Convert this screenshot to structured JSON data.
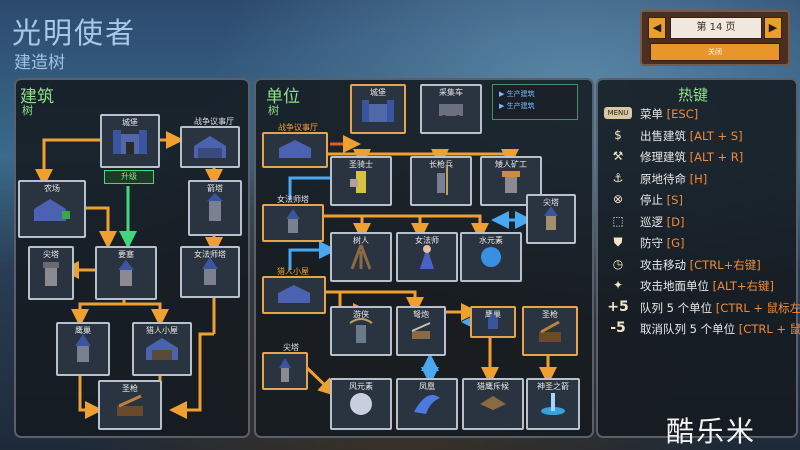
{
  "header": {
    "title": "光明使者",
    "subtitle": "建造树"
  },
  "pager": {
    "prev": "◀",
    "next": "▶",
    "page": "第 14 页",
    "close": "关闭"
  },
  "panels": {
    "buildings": {
      "title": "建筑",
      "subtitle": "树"
    },
    "units": {
      "title": "单位",
      "subtitle": "树"
    }
  },
  "legend": {
    "item1": "▶ 生产建筑",
    "item2": "▶ 生产建筑"
  },
  "nodes": {
    "castle": "城堡",
    "war_council": "战争议事厅",
    "farm": "农场",
    "upgrade": "升级",
    "sentry_tower": "箭塔",
    "arrow_tower": "尖塔",
    "fortress": "要塞",
    "sorceress_tower": "女法师塔",
    "aviary": "鹰巢",
    "hunter_hut": "猎人小屋",
    "shrine": "圣枪",
    "u_castle": "城堡",
    "u_collector": "采集车",
    "u_war_council": "战争议事厅",
    "u_paladin": "圣骑士",
    "u_pikeman": "长枪兵",
    "u_engineer": "矮人矿工",
    "u_sorc_tower": "女法师塔",
    "u_arrow": "尖塔",
    "u_treant": "树人",
    "u_sorceress": "女法师",
    "u_water": "水元素",
    "u_hunter_hut": "猎人小屋",
    "u_ranger": "游侠",
    "u_ballista": "弩炮",
    "u_aviary": "鹰巢",
    "u_shrine": "圣枪",
    "u_spire": "尖塔",
    "u_wind": "风元素",
    "u_phoenix": "凤凰",
    "u_hawk": "猎鹰斥候",
    "u_god": "神圣之箭"
  },
  "hotkeys": {
    "title": "热键",
    "rows": [
      {
        "icon": "MENU",
        "label": "菜单",
        "key": "[ESC]"
      },
      {
        "icon": "$",
        "label": "出售建筑",
        "key": "[ALT + S]"
      },
      {
        "icon": "⚒",
        "label": "修理建筑",
        "key": "[ALT + R]"
      },
      {
        "icon": "⚓",
        "label": "原地待命",
        "key": "[H]"
      },
      {
        "icon": "⊗",
        "label": "停止",
        "key": "[S]"
      },
      {
        "icon": "⬚",
        "label": "巡逻",
        "key": "[D]"
      },
      {
        "icon": "⛊",
        "label": "防守",
        "key": "[G]"
      },
      {
        "icon": "◷",
        "label": "攻击移动",
        "key": "[CTRL+右键]"
      },
      {
        "icon": "✦",
        "label": "攻击地面单位",
        "key": "[ALT+右键]"
      },
      {
        "icon": "+5",
        "label": "队列 5 个单位",
        "key": "[CTRL + 鼠标左"
      },
      {
        "icon": "-5",
        "label": "取消队列 5 个单位",
        "key": "[CTRL + 鼠"
      }
    ]
  },
  "watermark": "酷乐米",
  "colors": {
    "connector_orange": "#f0a030",
    "connector_blue": "#4aa8f0",
    "connector_green": "#40d87a",
    "title_green": "#8fe08b",
    "key_orange": "#f08a3a"
  }
}
